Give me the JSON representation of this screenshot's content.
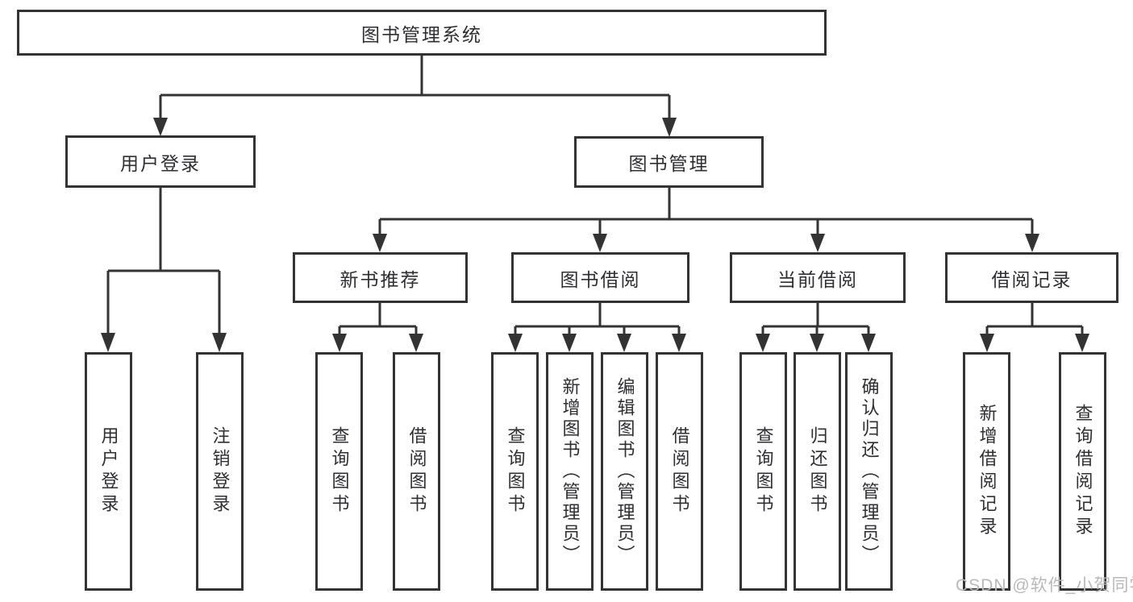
{
  "tree": {
    "root": {
      "label": "图书管理系统"
    },
    "branches": [
      {
        "label": "用户登录",
        "children": [
          {
            "label": "用户登录"
          },
          {
            "label": "注销登录"
          }
        ]
      },
      {
        "label": "图书管理",
        "children": [
          {
            "label": "新书推荐",
            "children": [
              {
                "label": "查询图书"
              },
              {
                "label": "借阅图书"
              }
            ]
          },
          {
            "label": "图书借阅",
            "children": [
              {
                "label": "查询图书"
              },
              {
                "label": "新增图书（管理员）"
              },
              {
                "label": "编辑图书（管理员）"
              },
              {
                "label": "借阅图书"
              }
            ]
          },
          {
            "label": "当前借阅",
            "children": [
              {
                "label": "查询图书"
              },
              {
                "label": "归还图书"
              },
              {
                "label": "确认归还（管理员）"
              }
            ]
          },
          {
            "label": "借阅记录",
            "children": [
              {
                "label": "新增借阅记录"
              },
              {
                "label": "查询借阅记录"
              }
            ]
          }
        ]
      }
    ]
  },
  "watermark": "CSDN @软件_小贺同学",
  "colors": {
    "line": "#333333",
    "text": "#2f2f33",
    "box_background": "#ffffff",
    "watermark": "#b9b9b9"
  }
}
